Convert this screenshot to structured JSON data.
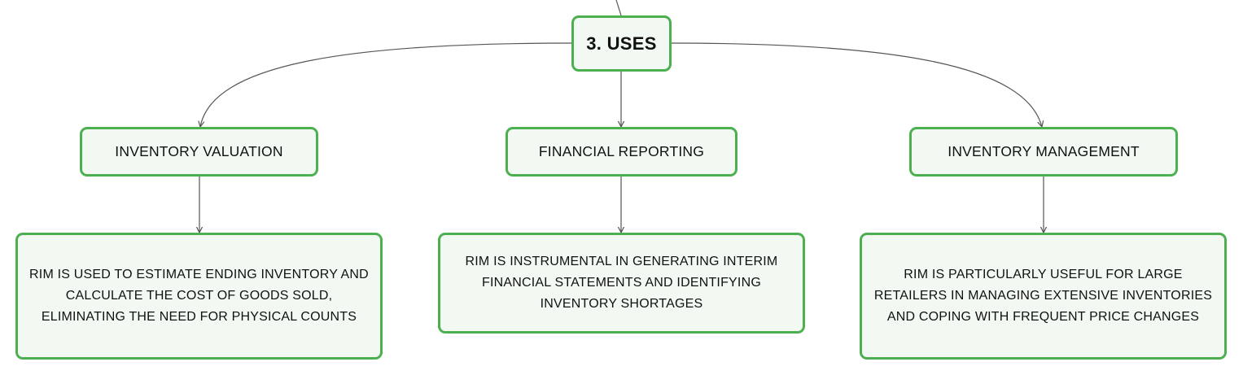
{
  "root": {
    "label": "3. USES"
  },
  "categories": [
    {
      "label": "INVENTORY VALUATION",
      "description": "RIM IS USED TO ESTIMATE ENDING INVENTORY AND CALCULATE THE COST OF GOODS SOLD, ELIMINATING THE NEED FOR PHYSICAL COUNTS"
    },
    {
      "label": "FINANCIAL REPORTING",
      "description": "RIM IS INSTRUMENTAL IN GENERATING INTERIM FINANCIAL STATEMENTS AND IDENTIFYING INVENTORY SHORTAGES"
    },
    {
      "label": "INVENTORY MANAGEMENT",
      "description": "RIM IS PARTICULARLY USEFUL FOR LARGE RETAILERS IN MANAGING EXTENSIVE INVENTORIES AND COPING WITH FREQUENT PRICE CHANGES"
    }
  ],
  "colors": {
    "node_border": "#4caf50",
    "node_fill": "#f2f9f2",
    "connector": "#555555"
  }
}
